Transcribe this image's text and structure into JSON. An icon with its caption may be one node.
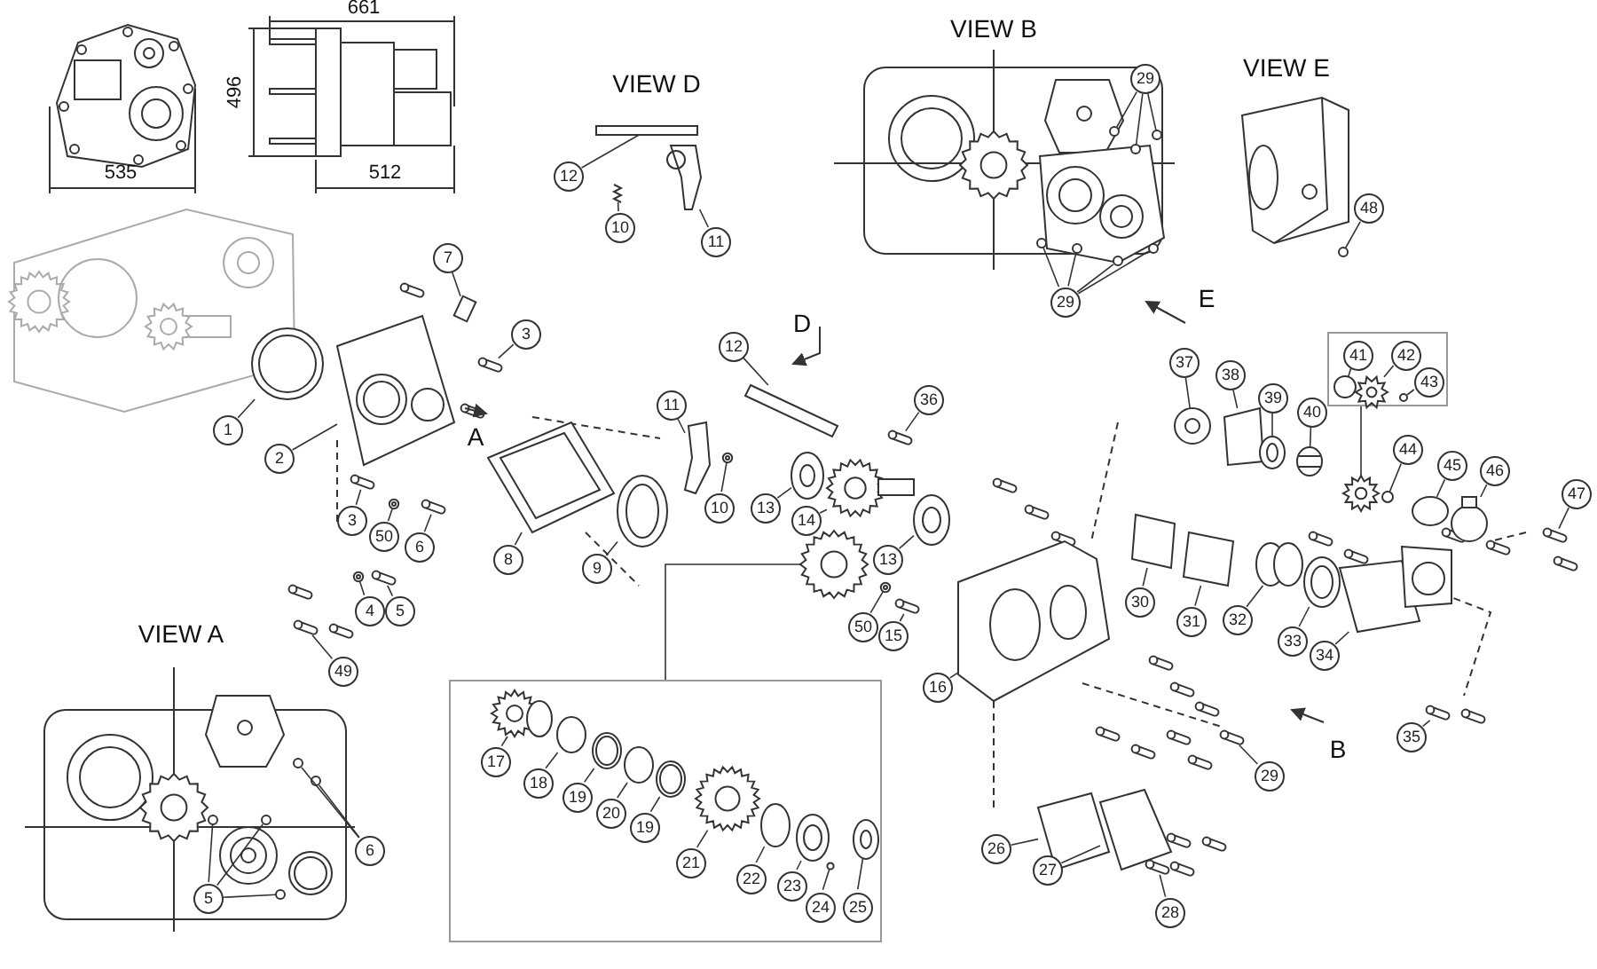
{
  "diagram": {
    "nodes": [
      {
        "text": [],
        "shape": "box"
      },
      {
        "text": [],
        "shape": "box"
      },
      {
        "text": [
          "12"
        ]
      },
      {
        "text": [
          "10"
        ]
      },
      {
        "text": [
          "11"
        ]
      },
      {
        "text": [
          "29"
        ]
      },
      {
        "text": [
          "48"
        ]
      },
      {
        "text": [
          "29"
        ]
      },
      {
        "text": [
          "7"
        ]
      },
      {
        "text": [
          "3"
        ]
      },
      {
        "text": [
          "12"
        ]
      },
      {
        "text": [
          "36"
        ]
      },
      {
        "text": [
          "37"
        ]
      },
      {
        "text": [
          "38"
        ]
      },
      {
        "text": [
          "41"
        ],
        "in": 1
      },
      {
        "text": [
          "42"
        ],
        "in": 1
      },
      {
        "text": [
          "43"
        ],
        "in": 1
      },
      {
        "text": [
          "39"
        ]
      },
      {
        "text": [
          "40"
        ]
      },
      {
        "text": [
          "11"
        ]
      },
      {
        "text": [
          "1"
        ]
      },
      {
        "text": [
          "44"
        ]
      },
      {
        "text": [
          "2"
        ]
      },
      {
        "text": [
          "45"
        ]
      },
      {
        "text": [
          "46"
        ]
      },
      {
        "text": [
          "47"
        ]
      },
      {
        "text": [
          "10"
        ]
      },
      {
        "text": [
          "13"
        ]
      },
      {
        "text": [
          "14"
        ]
      },
      {
        "text": [
          "3"
        ]
      },
      {
        "text": [
          "50"
        ]
      },
      {
        "text": [
          "6"
        ]
      },
      {
        "text": [
          "8"
        ]
      },
      {
        "text": [
          "13"
        ]
      },
      {
        "text": [
          "9"
        ]
      },
      {
        "text": [
          "30"
        ]
      },
      {
        "text": [
          "31"
        ]
      },
      {
        "text": [
          "4"
        ]
      },
      {
        "text": [
          "5"
        ]
      },
      {
        "text": [
          "32"
        ]
      },
      {
        "text": [
          "50"
        ]
      },
      {
        "text": [
          "15"
        ]
      },
      {
        "text": [
          "33"
        ]
      },
      {
        "text": [
          "34"
        ]
      },
      {
        "text": [
          "49"
        ]
      },
      {
        "text": [
          "16"
        ]
      },
      {
        "text": [
          "35"
        ]
      },
      {
        "text": [
          "29"
        ]
      },
      {
        "text": [
          "17"
        ],
        "in": 0
      },
      {
        "text": [
          "18"
        ],
        "in": 0
      },
      {
        "text": [
          "19"
        ],
        "in": 0
      },
      {
        "text": [
          "20"
        ],
        "in": 0
      },
      {
        "text": [
          "19"
        ],
        "in": 0
      },
      {
        "text": [
          "6"
        ]
      },
      {
        "text": [
          "21"
        ],
        "in": 0
      },
      {
        "text": [
          "26"
        ]
      },
      {
        "text": [
          "22"
        ],
        "in": 0
      },
      {
        "text": [
          "27"
        ]
      },
      {
        "text": [
          "23"
        ],
        "in": 0
      },
      {
        "text": [
          "28"
        ]
      },
      {
        "text": [
          "5"
        ]
      },
      {
        "text": [
          "24"
        ],
        "in": 0
      },
      {
        "text": [
          "25"
        ],
        "in": 0
      },
      {
        "text": [],
        "shape": "bar"
      },
      {
        "text": [],
        "shape": "picture"
      },
      {
        "text": [],
        "shape": "picture"
      },
      {
        "text": [],
        "shape": "circle"
      },
      {
        "text": [],
        "shape": "circle"
      },
      {
        "text": [],
        "shape": "circle"
      },
      {
        "text": [],
        "shape": "circle"
      },
      {
        "text": [],
        "shape": "circle"
      },
      {
        "text": [],
        "shape": "circle"
      },
      {
        "text": [],
        "shape": "circle"
      },
      {
        "text": [],
        "shape": "circle"
      },
      {
        "text": [],
        "shape": "box"
      },
      {
        "text": [],
        "shape": "bar"
      },
      {
        "text": [],
        "shape": "bar"
      },
      {
        "text": [],
        "shape": "bar"
      },
      {
        "text": [],
        "shape": "circle"
      },
      {
        "text": [],
        "shape": "box"
      },
      {
        "text": [],
        "shape": "circle",
        "in": 1
      },
      {
        "text": [],
        "shape": "picture",
        "in": 1
      },
      {
        "text": [],
        "shape": "circle",
        "in": 1
      },
      {
        "text": [],
        "shape": "circle"
      },
      {
        "text": [],
        "shape": "picture"
      },
      {
        "text": [],
        "shape": "picture"
      },
      {
        "text": [],
        "shape": "circle"
      },
      {
        "text": [],
        "shape": "circle"
      },
      {
        "text": [],
        "shape": "picture"
      },
      {
        "text": [],
        "shape": "circle"
      },
      {
        "text": [],
        "shape": "circle"
      },
      {
        "text": [],
        "shape": "bar"
      },
      {
        "text": [],
        "shape": "circle"
      },
      {
        "text": [],
        "shape": "circle"
      },
      {
        "text": [],
        "shape": "picture"
      },
      {
        "text": [],
        "shape": "bar"
      },
      {
        "text": [],
        "shape": "circle"
      },
      {
        "text": [],
        "shape": "bar"
      },
      {
        "text": [],
        "shape": "box"
      },
      {
        "text": [],
        "shape": "circle"
      },
      {
        "text": [],
        "shape": "circle"
      },
      {
        "text": [],
        "shape": "box"
      },
      {
        "text": [],
        "shape": "box"
      },
      {
        "text": [],
        "shape": "circle"
      },
      {
        "text": [],
        "shape": "bar"
      },
      {
        "text": [],
        "shape": "cylinder"
      },
      {
        "text": [],
        "shape": "circle"
      },
      {
        "text": [],
        "shape": "bar"
      },
      {
        "text": [],
        "shape": "circle"
      },
      {
        "text": [],
        "shape": "picture"
      },
      {
        "text": [],
        "shape": "bar"
      },
      {
        "text": [],
        "shape": "picture"
      },
      {
        "text": [],
        "shape": "bar"
      },
      {
        "text": [],
        "shape": "bar"
      },
      {
        "text": [],
        "shape": "picture",
        "in": 0
      },
      {
        "text": [],
        "shape": "circle",
        "in": 0
      },
      {
        "text": [],
        "shape": "circle",
        "in": 0
      },
      {
        "text": [],
        "shape": "circle",
        "in": 0
      },
      {
        "text": [],
        "shape": "circle",
        "in": 0
      },
      {
        "text": [],
        "shape": "circle"
      },
      {
        "text": [],
        "shape": "circle"
      },
      {
        "text": [],
        "shape": "picture",
        "in": 0
      },
      {
        "text": [],
        "shape": "box"
      },
      {
        "text": [],
        "shape": "circle",
        "in": 0
      },
      {
        "text": [],
        "shape": "box"
      },
      {
        "text": [],
        "shape": "circle",
        "in": 0
      },
      {
        "text": [],
        "shape": "bar"
      },
      {
        "text": [],
        "shape": "circle"
      },
      {
        "text": [],
        "shape": "circle"
      },
      {
        "text": [],
        "shape": "circle"
      },
      {
        "text": [],
        "shape": "circle",
        "in": 0
      },
      {
        "text": [],
        "shape": "circle",
        "in": 0
      },
      {
        "text": [],
        "shape": "picture"
      },
      {
        "text": [],
        "shape": "picture"
      }
    ],
    "edges": [
      {
        "from": 2,
        "to": 63,
        "arrow": "none"
      },
      {
        "from": 3,
        "to": 64,
        "arrow": "none"
      },
      {
        "from": 4,
        "to": 65,
        "arrow": "none"
      },
      {
        "from": 5,
        "to": 66,
        "arrow": "none"
      },
      {
        "from": 5,
        "to": 67,
        "arrow": "none"
      },
      {
        "from": 5,
        "to": 68,
        "arrow": "none"
      },
      {
        "from": 6,
        "to": 69,
        "arrow": "none"
      },
      {
        "from": 7,
        "to": 70,
        "arrow": "none"
      },
      {
        "from": 7,
        "to": 71,
        "arrow": "none"
      },
      {
        "from": 7,
        "to": 72,
        "arrow": "none"
      },
      {
        "from": 7,
        "to": 73,
        "arrow": "none"
      },
      {
        "from": 8,
        "to": 74,
        "arrow": "none"
      },
      {
        "from": 9,
        "to": 75,
        "arrow": "none"
      },
      {
        "from": 10,
        "to": 76,
        "arrow": "none"
      },
      {
        "from": 11,
        "to": 77,
        "arrow": "none"
      },
      {
        "from": 12,
        "to": 78,
        "arrow": "none"
      },
      {
        "from": 13,
        "to": 79,
        "arrow": "none"
      },
      {
        "from": 14,
        "to": 80,
        "arrow": "none"
      },
      {
        "from": 15,
        "to": 81,
        "arrow": "none"
      },
      {
        "from": 16,
        "to": 82,
        "arrow": "none"
      },
      {
        "from": 17,
        "to": 83,
        "arrow": "none"
      },
      {
        "from": 18,
        "to": 84,
        "arrow": "none"
      },
      {
        "from": 19,
        "to": 85,
        "arrow": "none"
      },
      {
        "from": 20,
        "to": 86,
        "arrow": "none"
      },
      {
        "from": 21,
        "to": 87,
        "arrow": "none"
      },
      {
        "from": 22,
        "to": 88,
        "arrow": "none"
      },
      {
        "from": 23,
        "to": 89,
        "arrow": "none"
      },
      {
        "from": 24,
        "to": 90,
        "arrow": "none"
      },
      {
        "from": 25,
        "to": 91,
        "arrow": "none"
      },
      {
        "from": 26,
        "to": 92,
        "arrow": "none"
      },
      {
        "from": 27,
        "to": 93,
        "arrow": "none"
      },
      {
        "from": 28,
        "to": 94,
        "arrow": "none"
      },
      {
        "from": 29,
        "to": 95,
        "arrow": "none"
      },
      {
        "from": 30,
        "to": 96,
        "arrow": "none"
      },
      {
        "from": 31,
        "to": 97,
        "arrow": "none"
      },
      {
        "from": 32,
        "to": 98,
        "arrow": "none"
      },
      {
        "from": 33,
        "to": 99,
        "arrow": "none"
      },
      {
        "from": 34,
        "to": 100,
        "arrow": "none"
      },
      {
        "from": 35,
        "to": 101,
        "arrow": "none"
      },
      {
        "from": 36,
        "to": 102,
        "arrow": "none"
      },
      {
        "from": 37,
        "to": 103,
        "arrow": "none"
      },
      {
        "from": 38,
        "to": 104,
        "arrow": "none"
      },
      {
        "from": 39,
        "to": 105,
        "arrow": "none"
      },
      {
        "from": 40,
        "to": 106,
        "arrow": "none"
      },
      {
        "from": 41,
        "to": 107,
        "arrow": "none"
      },
      {
        "from": 42,
        "to": 108,
        "arrow": "none"
      },
      {
        "from": 43,
        "to": 109,
        "arrow": "none"
      },
      {
        "from": 44,
        "to": 110,
        "arrow": "none"
      },
      {
        "from": 45,
        "to": 111,
        "arrow": "none"
      },
      {
        "from": 46,
        "to": 112,
        "arrow": "none"
      },
      {
        "from": 47,
        "to": 113,
        "arrow": "none"
      },
      {
        "from": 48,
        "to": 114,
        "arrow": "none"
      },
      {
        "from": 49,
        "to": 115,
        "arrow": "none"
      },
      {
        "from": 50,
        "to": 116,
        "arrow": "none"
      },
      {
        "from": 51,
        "to": 117,
        "arrow": "none"
      },
      {
        "from": 52,
        "to": 118,
        "arrow": "none"
      },
      {
        "from": 53,
        "to": 119,
        "arrow": "none"
      },
      {
        "from": 53,
        "to": 120,
        "arrow": "none"
      },
      {
        "from": 54,
        "to": 121,
        "arrow": "none"
      },
      {
        "from": 55,
        "to": 122,
        "arrow": "none"
      },
      {
        "from": 56,
        "to": 123,
        "arrow": "none"
      },
      {
        "from": 57,
        "to": 124,
        "arrow": "none"
      },
      {
        "from": 58,
        "to": 125,
        "arrow": "none"
      },
      {
        "from": 59,
        "to": 126,
        "arrow": "none"
      },
      {
        "from": 60,
        "to": 127,
        "arrow": "none"
      },
      {
        "from": 60,
        "to": 128,
        "arrow": "none"
      },
      {
        "from": 60,
        "to": 129,
        "arrow": "none"
      },
      {
        "from": 61,
        "to": 130,
        "arrow": "none"
      },
      {
        "from": 62,
        "to": 131,
        "arrow": "none"
      },
      {
        "from": 1,
        "to": 132,
        "arrow": "none"
      },
      {
        "from": 0,
        "to": 133,
        "arrow": "none"
      }
    ],
    "labels": [
      "661",
      "VIEW B",
      "VIEW E",
      "VIEW D",
      "496",
      "512",
      "535",
      "E",
      "D",
      "A",
      "VIEW A",
      "B"
    ]
  }
}
